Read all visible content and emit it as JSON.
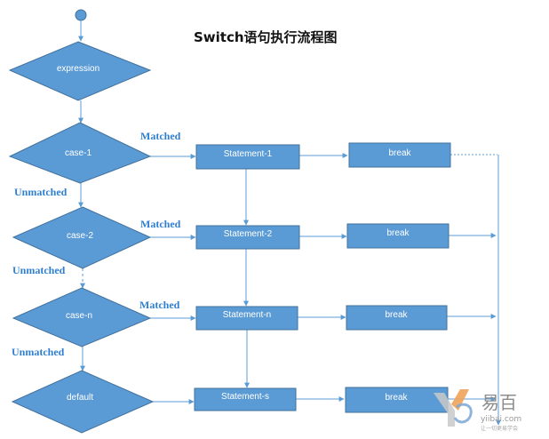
{
  "title": "Switch语句执行流程图",
  "colors": {
    "node_fill": "#5b9bd5",
    "node_stroke": "#41719c",
    "edge": "#5b9bd5",
    "label": "#2f7fd0"
  },
  "nodes": {
    "expression": "expression",
    "case1": "case-1",
    "case2": "case-2",
    "casen": "case-n",
    "default": "default",
    "statement1": "Statement-1",
    "statement2": "Statement-2",
    "statementn": "Statement-n",
    "statements": "Statement-s",
    "break1": "break",
    "break2": "break",
    "breakn": "break",
    "breaks": "break"
  },
  "edge_labels": {
    "matched_1": "Matched",
    "matched_2": "Matched",
    "matched_n": "Matched",
    "unmatched_1": "Unmatched",
    "unmatched_2": "Unmatched",
    "unmatched_n": "Unmatched"
  },
  "watermark": {
    "text": "易百",
    "domain": "yiibai.com",
    "tagline": "让一切更易学会"
  }
}
